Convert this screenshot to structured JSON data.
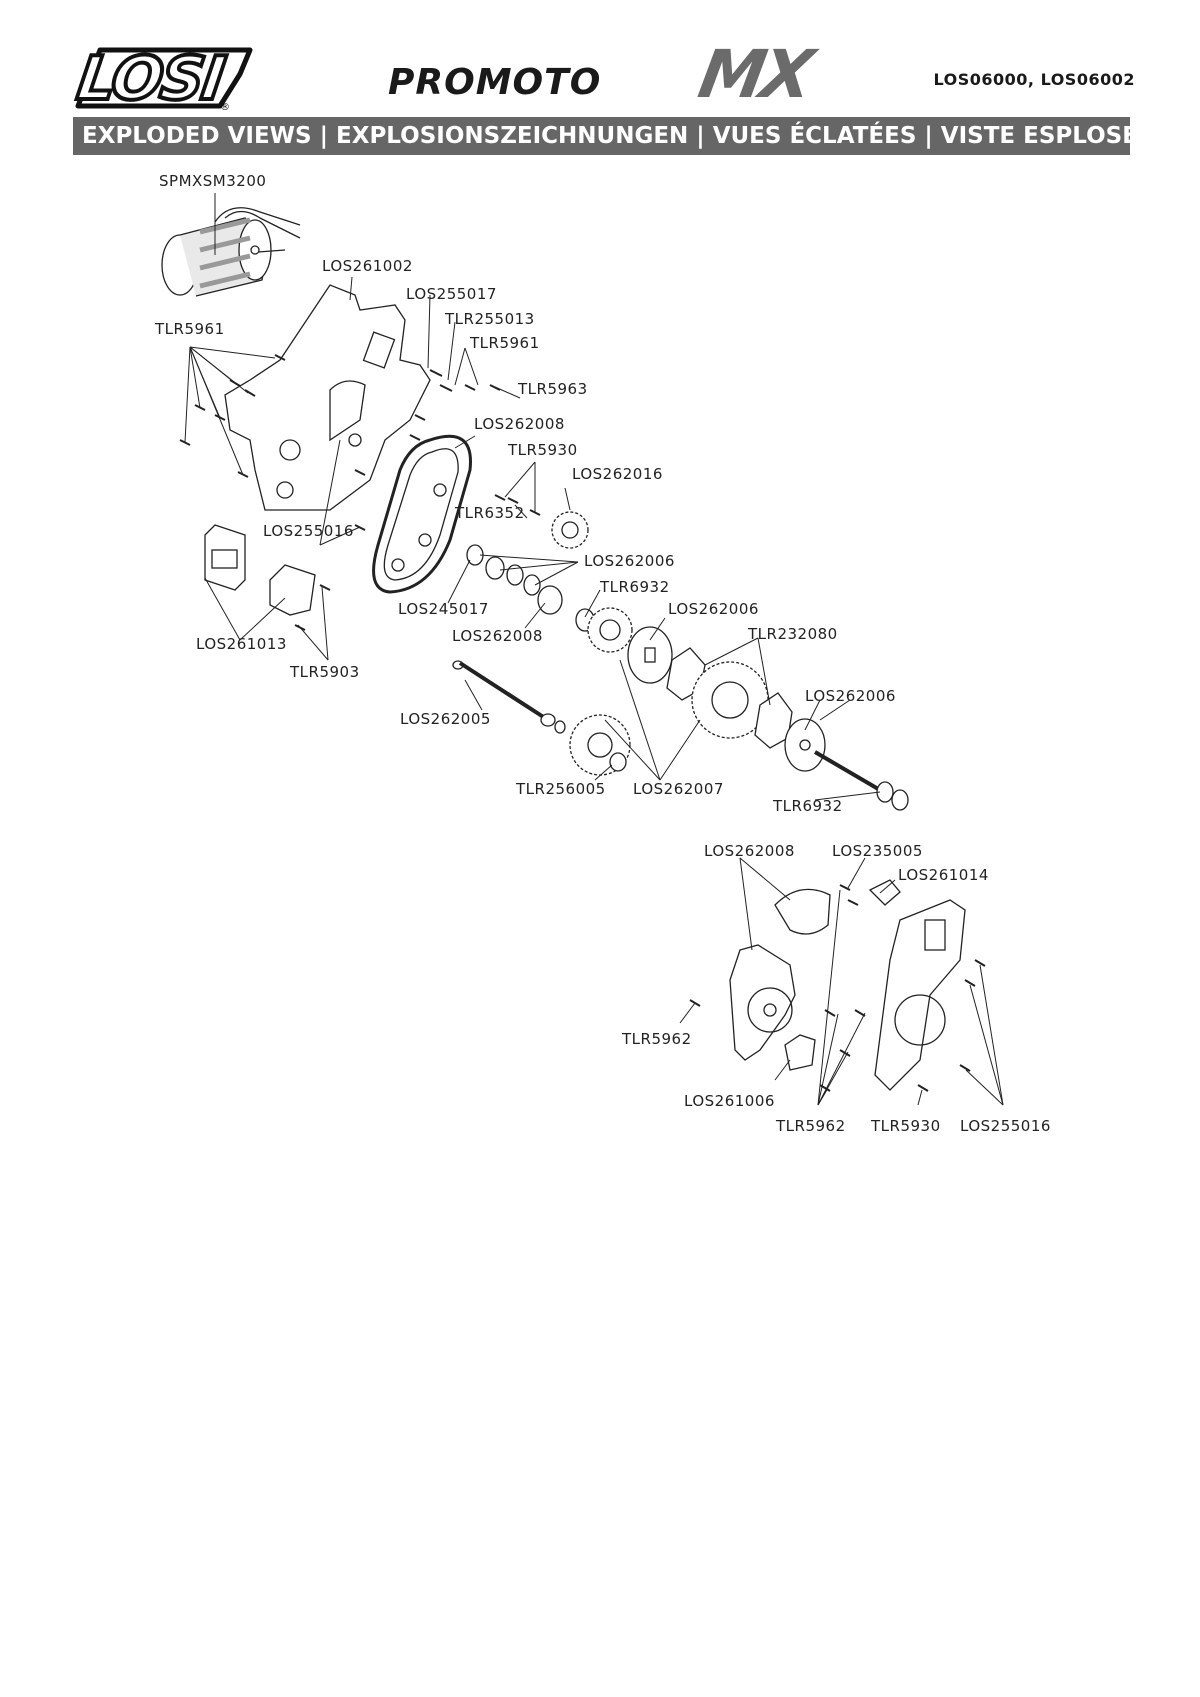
{
  "header": {
    "brand": "LOSI",
    "product_name": "PROMOTO",
    "product_suffix": "MX",
    "part_numbers": "LOS06000, LOS06002"
  },
  "banner": {
    "title": "EXPLODED VIEWS | EXPLOSIONSZEICHNUNGEN | VUES ÉCLATÉES | VISTE ESPLOSE"
  },
  "labels": {
    "motor": "SPMXSM3200",
    "motor_plate": "LOS261002",
    "screw_a": "LOS255017",
    "screw_b": "TLR255013",
    "screw_c": "TLR5961",
    "screw_left": "TLR5961",
    "screw_d": "TLR5963",
    "gear_cover_top": "LOS262008",
    "screw_e": "TLR5930",
    "pinion": "LOS262016",
    "screw_f": "TLR6352",
    "screw_plate": "LOS255016",
    "spacer_a": "LOS262006",
    "bearing_a": "TLR6932",
    "spacer_b": "LOS245017",
    "spacer_c": "LOS262006",
    "cover_b": "LOS262008",
    "mount": "LOS261013",
    "clutch": "TLR232080",
    "screw_g": "TLR5903",
    "spacer_d": "LOS262006",
    "shaft": "LOS262005",
    "nut": "TLR256005",
    "gears": "LOS262007",
    "bearing_b": "TLR6932",
    "cover_c": "LOS262008",
    "screw_h": "LOS235005",
    "bracket": "LOS261014",
    "screw_i": "TLR5962",
    "post": "LOS261006",
    "screw_j": "TLR5962",
    "screw_k": "TLR5930",
    "screw_l": "LOS255016"
  },
  "colors": {
    "banner_bg": "#666666",
    "banner_text": "#ffffff",
    "ink": "#222222",
    "accent_grey": "#6b6b6b"
  }
}
